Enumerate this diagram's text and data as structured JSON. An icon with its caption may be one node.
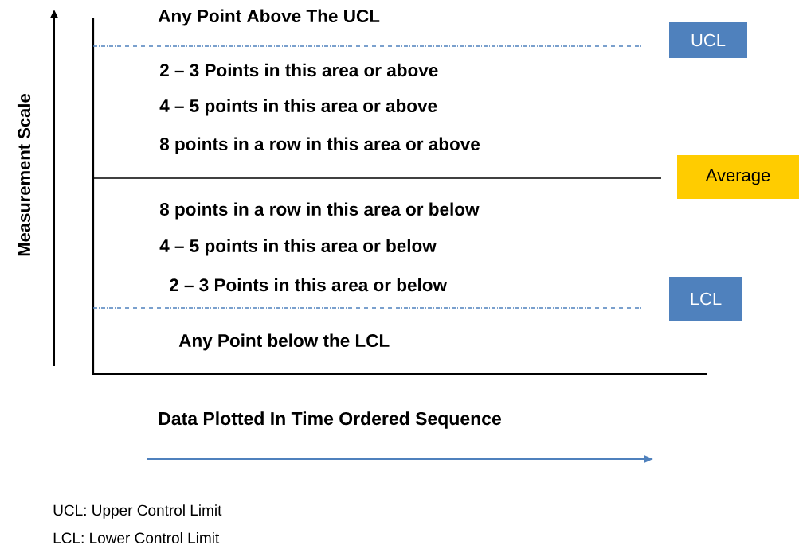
{
  "diagram": {
    "nodes": [
      {
        "text": [
          "UCL"
        ]
      },
      {
        "text": [
          "Average"
        ]
      },
      {
        "text": [
          "LCL"
        ]
      }
    ],
    "labels": [
      "Any Point Above The UCL",
      "2 – 3 Points in this area or above",
      "4 – 5 points in this area or above",
      "8 points in a row in this area or above",
      "8 points in a row in this area or below",
      "4 – 5 points in this area or below",
      "2 – 3 Points in this area or below",
      "Any Point below the LCL",
      "Measurement Scale",
      "Data Plotted In Time Ordered Sequence",
      "UCL:  Upper Control Limit",
      "LCL:  Lower Control Limit"
    ]
  }
}
